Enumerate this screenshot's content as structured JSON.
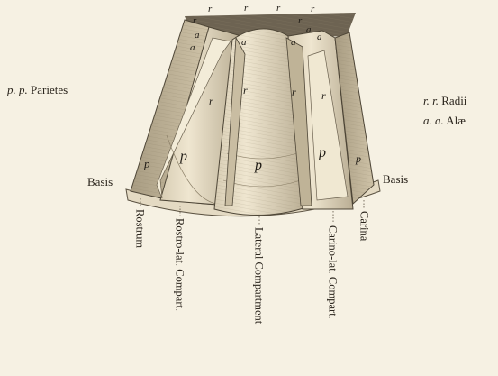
{
  "legend": {
    "parietes_key": "p. p.",
    "parietes_text": "Parietes",
    "radii_key": "r. r.",
    "radii_text": "Radii",
    "alae_key": "a. a.",
    "alae_text": "Alæ"
  },
  "basis_left": "Basis",
  "basis_right": "Basis",
  "bottom_labels": [
    "Rostrum",
    "Rostro-lat. Compart.",
    "Lateral Compartment",
    "Carino-lat. Compart.",
    "Carina"
  ],
  "figure_letters": {
    "r": "r",
    "a": "a",
    "p": "p"
  }
}
